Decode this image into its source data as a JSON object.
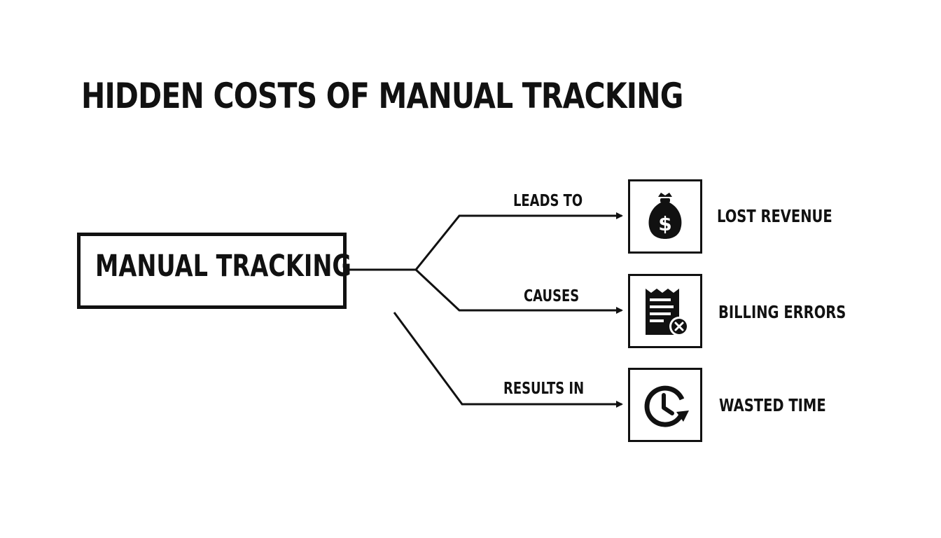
{
  "title": "HIDDEN COSTS OF MANUAL TRACKING",
  "source": {
    "label": "MANUAL TRACKING"
  },
  "branches": [
    {
      "relation": "LEADS TO",
      "outcome": "LOST REVENUE",
      "icon": "money-bag-icon"
    },
    {
      "relation": "CAUSES",
      "outcome": "BILLING ERRORS",
      "icon": "receipt-error-icon"
    },
    {
      "relation": "RESULTS IN",
      "outcome": "WASTED TIME",
      "icon": "clock-icon"
    }
  ]
}
